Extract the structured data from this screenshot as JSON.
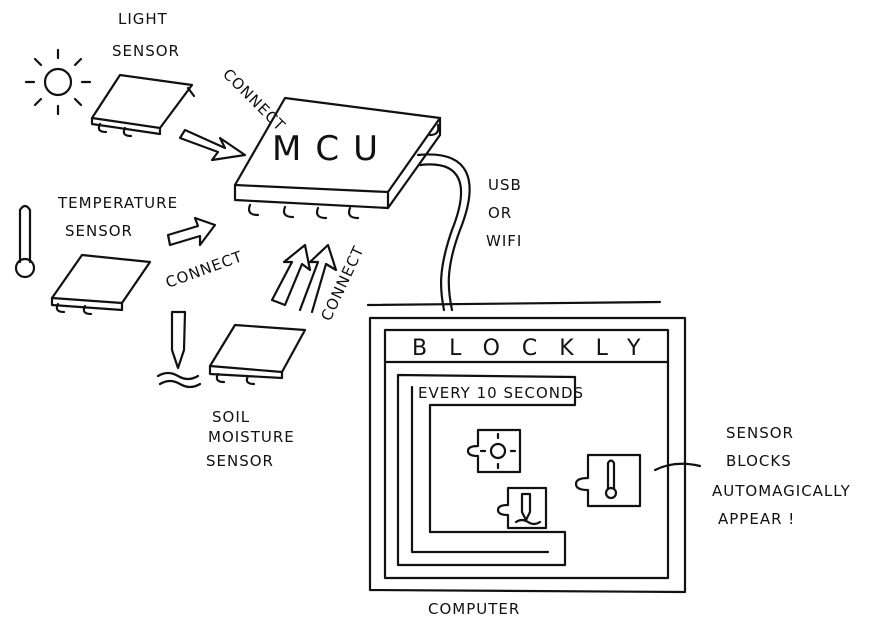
{
  "labels": {
    "light_sensor": [
      "LIGHT",
      "SENSOR"
    ],
    "temperature_sensor": [
      "TEMPERATURE",
      "SENSOR"
    ],
    "soil_sensor": [
      "SOIL",
      "MOISTURE",
      "SENSOR"
    ],
    "connect": "CONNECT",
    "mcu": "MCU",
    "link": [
      "USB",
      "OR",
      "WIFI"
    ],
    "app_title": "BLOCKLY",
    "loop_block": "EVERY 10 SECONDS",
    "note": [
      "SENSOR",
      "BLOCKS",
      "AUTOMAGICALLY",
      "APPEAR !"
    ],
    "computer": "COMPUTER"
  }
}
